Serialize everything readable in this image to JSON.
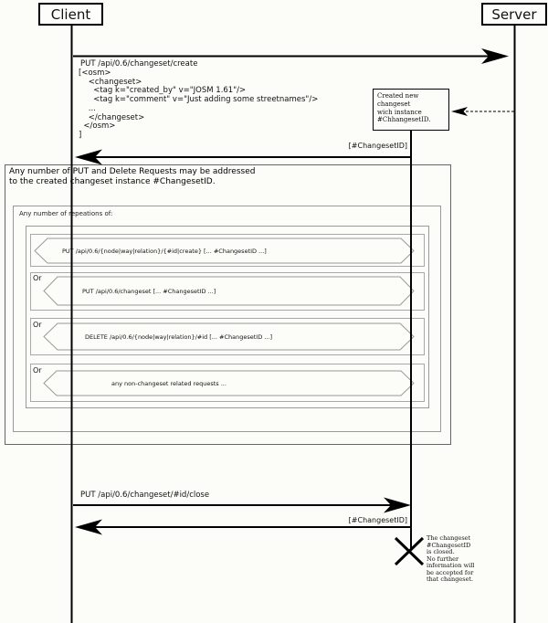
{
  "page": {
    "bg_color": "#fcfcf8",
    "line_color": "#000000",
    "frame_gray": "#999999"
  },
  "actors": {
    "client": {
      "label": "Client"
    },
    "server": {
      "label": "Server"
    }
  },
  "messages": {
    "create": {
      "request_line": "PUT /api/0.6/changeset/create",
      "request_body": "[<osm>\n    <changeset>\n      <tag k=\"created_by\" v=\"JOSM 1.61\"/>\n      <tag k=\"comment\" v=\"Just adding some streetnames\"/>\n    ...\n    </changeset>\n  </osm>\n]",
      "response_label": "[#ChangesetID]"
    },
    "close": {
      "request_line": "PUT /api/0.6/changeset/#id/close",
      "response_label": "[#ChangesetID]"
    }
  },
  "notes": {
    "created": "Created new\nchangeset\nwich instance\n#ChhangesetID.",
    "closed": "The changeset\n#ChangesetID\nis closed.\nNo further\ninformation will\nbe accepted for\nthat changeset."
  },
  "frames": {
    "outer_label": "Any number of PUT and Delete Requests may be addressed\nto the created changeset instance #ChangesetID.",
    "repeat_label": "Any number of repeations of:",
    "or_label": "Or"
  },
  "requests": [
    {
      "label": "PUT /api/0.6/{node|way|relation}/{#id|create} [... #ChangesetID ...]"
    },
    {
      "label": "PUT /api/0.6/changeset  [... #ChangesetID ...]"
    },
    {
      "label": "DELETE /api/0.6/{node|way|relation}/#id  [... #ChangesetID ...]"
    },
    {
      "label": "any non-changeset related requests ..."
    }
  ]
}
